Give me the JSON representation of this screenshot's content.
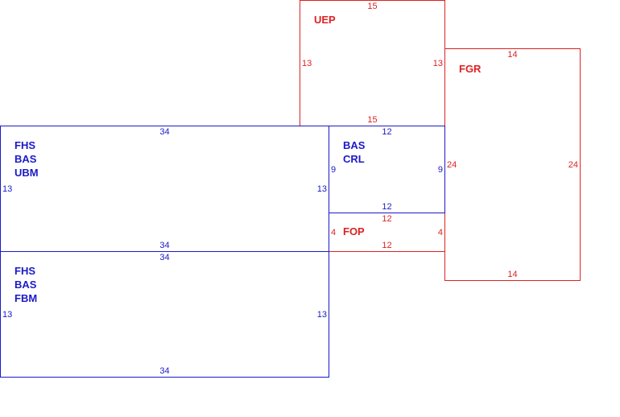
{
  "rooms": {
    "uep": {
      "label": "UEP",
      "top": "15",
      "bottom": "15",
      "left": "13",
      "right": "13"
    },
    "fgr": {
      "label": "FGR",
      "top": "14",
      "bottom": "14",
      "left": "24",
      "right": "24"
    },
    "fhs_ubm": {
      "label": "FHS\nBAS\nUBM",
      "top": "34",
      "bottom": "34",
      "left": "13",
      "right": "13"
    },
    "bas_crl": {
      "label": "BAS\nCRL",
      "top": "12",
      "bottom": "12",
      "left": "9",
      "right": "9"
    },
    "fop": {
      "label": "FOP",
      "top": "12",
      "bottom": "12",
      "left": "4",
      "right": "4"
    },
    "fhs_fbm": {
      "label": "FHS\nBAS\nFBM",
      "top": "34",
      "bottom": "34",
      "left": "13",
      "right": "13"
    }
  },
  "colors": {
    "blue": "#1a1ac8",
    "red": "#dd2222"
  }
}
